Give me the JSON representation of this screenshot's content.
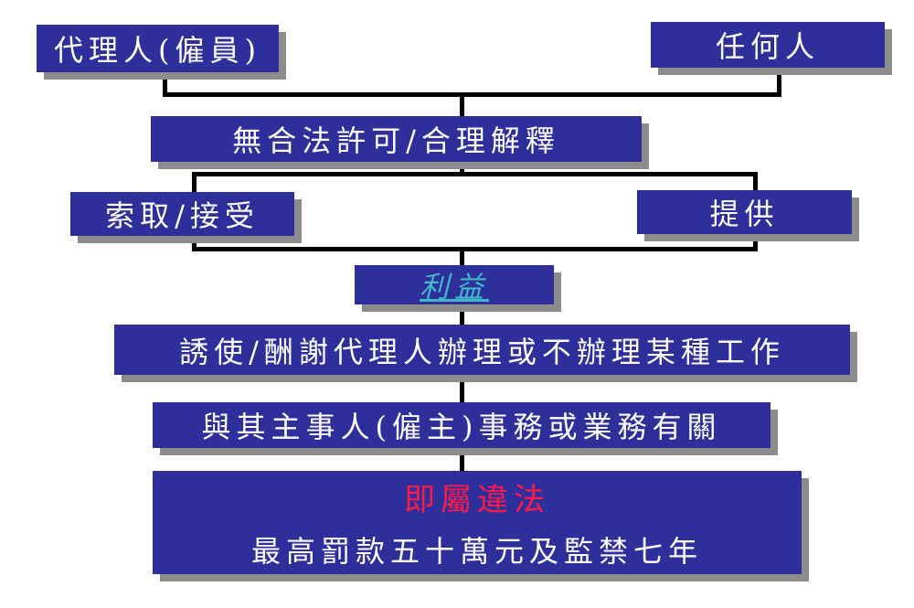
{
  "boxes": {
    "agent": "代理人(僱員)",
    "anyone": "任何人",
    "no_permission": "無合法許可/合理解釋",
    "solicit_accept": "索取/接受",
    "offer": "提供",
    "advantage": "利益",
    "inducement": "誘使/酬謝代理人辦理或不辦理某種工作",
    "related": "與其主事人(僱主)事務或業務有關",
    "offence": "即屬違法",
    "penalty": "最高罰款五十萬元及監禁七年"
  },
  "colors": {
    "box": "#2f2f9c",
    "offence_text": "#ff1a4a",
    "advantage_text": "#3fb8c8"
  }
}
